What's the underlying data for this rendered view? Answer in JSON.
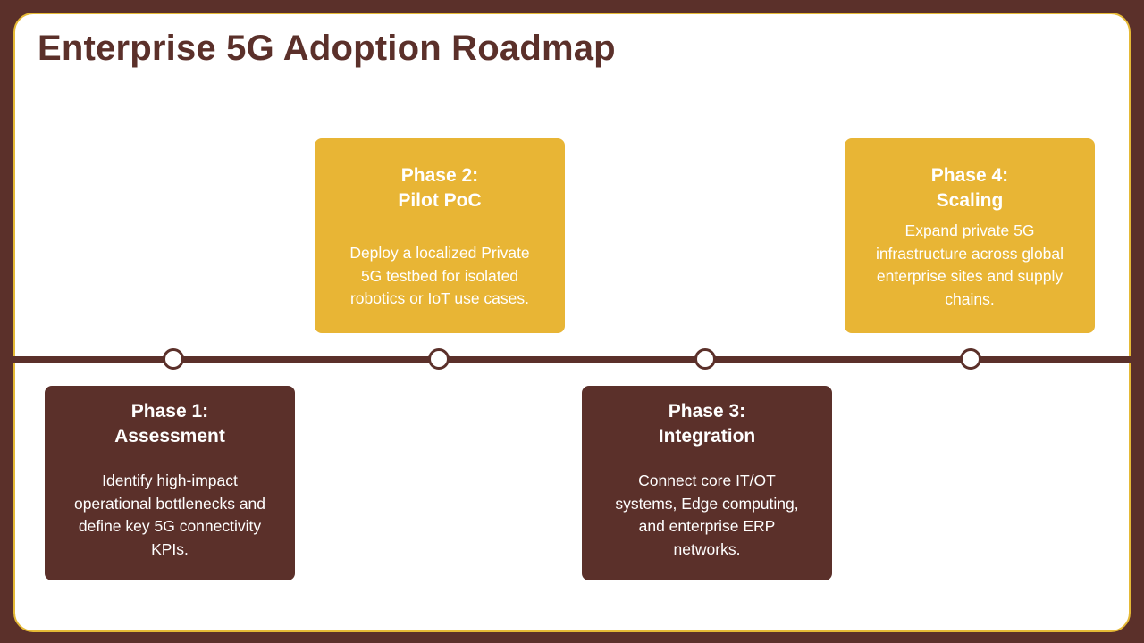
{
  "slide": {
    "title": "Enterprise 5G Adoption Roadmap"
  },
  "phases": [
    {
      "heading": "Phase 1:",
      "name": "Assessment",
      "description": "Identify high-impact operational bottlenecks and define key 5G connectivity KPIs."
    },
    {
      "heading": "Phase 2:",
      "name": "Pilot PoC",
      "description": "Deploy a localized Private 5G testbed for isolated robotics or IoT use cases."
    },
    {
      "heading": "Phase 3:",
      "name": "Integration",
      "description": "Connect core IT/OT systems, Edge computing, and enterprise ERP networks."
    },
    {
      "heading": "Phase 4:",
      "name": "Scaling",
      "description": "Expand private 5G infrastructure across global enterprise sites and supply chains."
    }
  ],
  "colors": {
    "primary_brown": "#5B302A",
    "accent_gold": "#E8B535",
    "background": "#FFFFFF"
  }
}
